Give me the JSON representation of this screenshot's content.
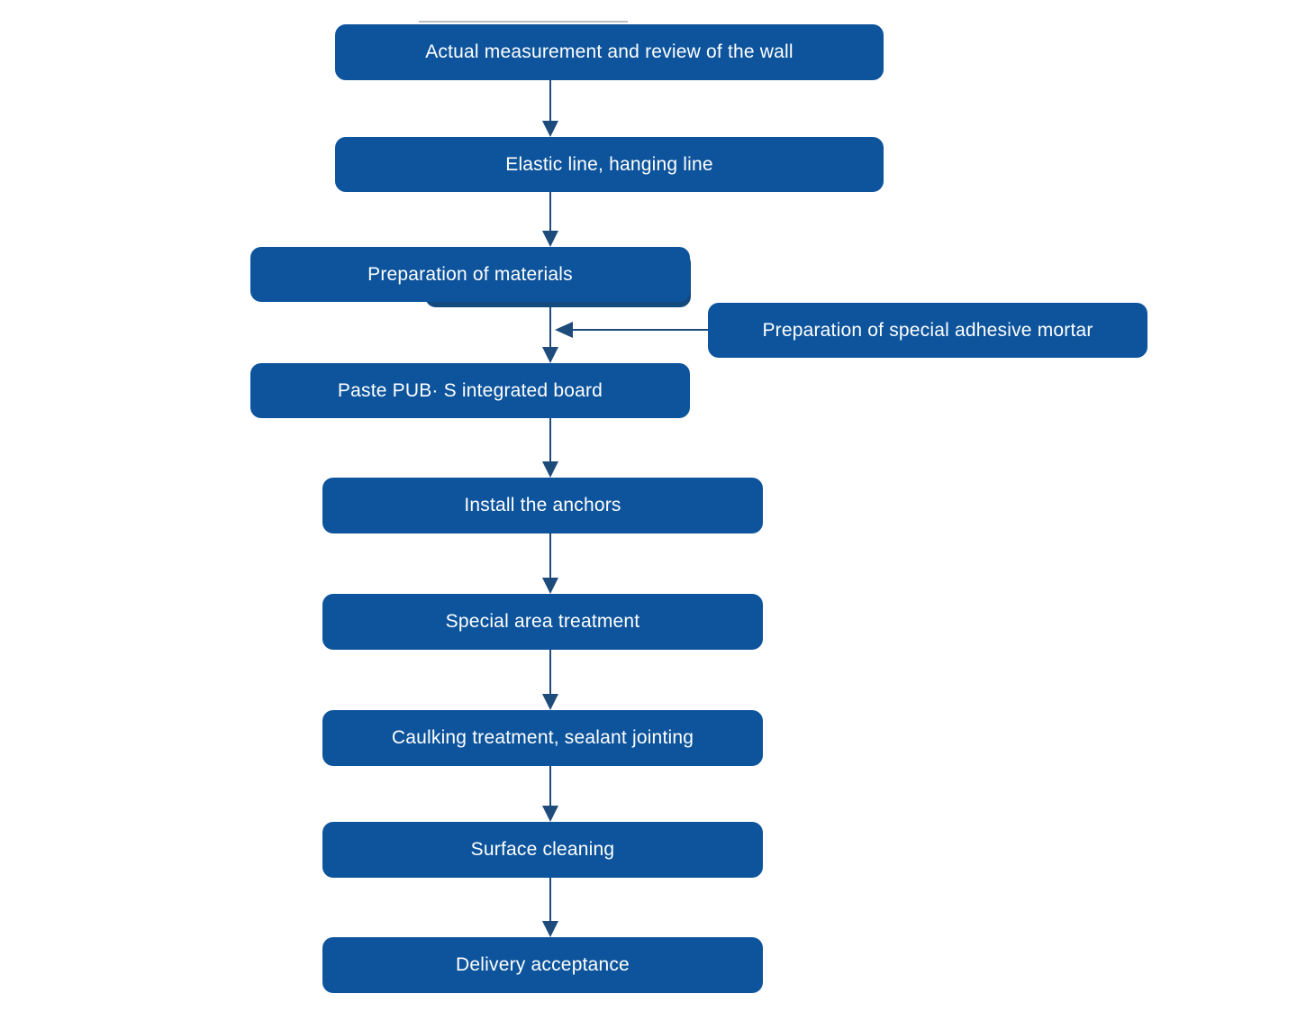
{
  "flowchart": {
    "nodes": [
      {
        "label": "Actual measurement and review of the wall"
      },
      {
        "label": "Elastic line, hanging line"
      },
      {
        "label": "Preparation of materials"
      },
      {
        "label": "Paste PUB· S integrated board"
      },
      {
        "label": "Install the anchors"
      },
      {
        "label": "Special area treatment"
      },
      {
        "label": "Caulking treatment, sealant jointing"
      },
      {
        "label": "Surface cleaning"
      },
      {
        "label": "Delivery acceptance"
      }
    ],
    "side_node": {
      "label": "Preparation of special adhesive mortar",
      "joins_flow_between": [
        "Preparation of materials",
        "Paste PUB· S integrated board"
      ]
    },
    "colors": {
      "node_fill": "#0d549c",
      "connector": "#1c4b7c",
      "node_text": "#ffffff",
      "background": "#ffffff"
    }
  }
}
